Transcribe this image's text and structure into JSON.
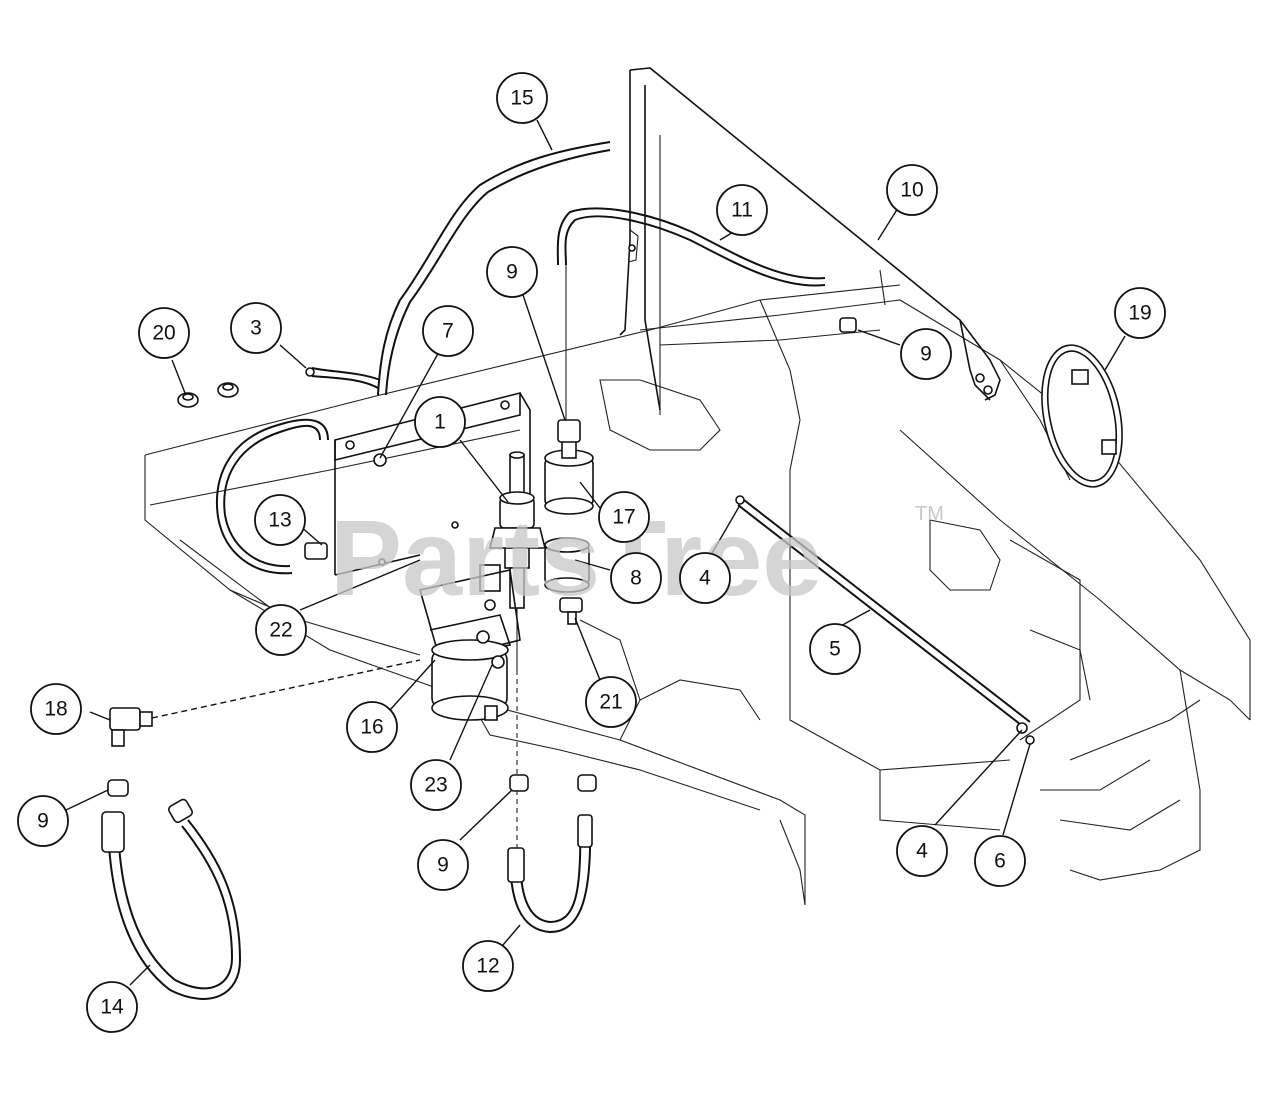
{
  "watermark": {
    "text": "PartsTree",
    "tm": "TM"
  },
  "callouts": [
    {
      "id": "c15",
      "label": "15"
    },
    {
      "id": "c10",
      "label": "10"
    },
    {
      "id": "c11",
      "label": "11"
    },
    {
      "id": "c9a",
      "label": "9"
    },
    {
      "id": "c19",
      "label": "19"
    },
    {
      "id": "c9b",
      "label": "9"
    },
    {
      "id": "c20",
      "label": "20"
    },
    {
      "id": "c3",
      "label": "3"
    },
    {
      "id": "c7",
      "label": "7"
    },
    {
      "id": "c1",
      "label": "1"
    },
    {
      "id": "c17",
      "label": "17"
    },
    {
      "id": "c13",
      "label": "13"
    },
    {
      "id": "c8",
      "label": "8"
    },
    {
      "id": "c4a",
      "label": "4"
    },
    {
      "id": "c22",
      "label": "22"
    },
    {
      "id": "c5",
      "label": "5"
    },
    {
      "id": "c21",
      "label": "21"
    },
    {
      "id": "c18",
      "label": "18"
    },
    {
      "id": "c16",
      "label": "16"
    },
    {
      "id": "c23",
      "label": "23"
    },
    {
      "id": "c9c",
      "label": "9"
    },
    {
      "id": "c9d",
      "label": "9"
    },
    {
      "id": "c4b",
      "label": "4"
    },
    {
      "id": "c6",
      "label": "6"
    },
    {
      "id": "c12",
      "label": "12"
    },
    {
      "id": "c14",
      "label": "14"
    }
  ]
}
